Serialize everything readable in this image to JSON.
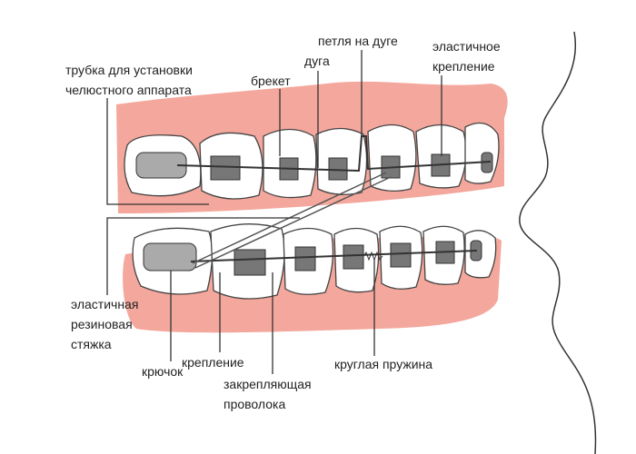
{
  "labels": {
    "tube": [
      "трубка для установки",
      "челюстного аппарата"
    ],
    "bracket": "брекет",
    "archwire": "дуга",
    "wire_loop": "петля на дуге",
    "elastic_ligature": [
      "эластичное",
      "крепление"
    ],
    "elastic_band": [
      "эластичная",
      "резиновая",
      "стяжка"
    ],
    "hook": "крючок",
    "attachment": "крепление",
    "ligature_wire": [
      "закрепляющая",
      "проволока"
    ],
    "coil_spring": "круглая пружина"
  },
  "colors": {
    "gum": "#f4a79c",
    "tooth": "#ffffff",
    "tooth_shade": "#d6e8f5",
    "line": "#333333"
  }
}
